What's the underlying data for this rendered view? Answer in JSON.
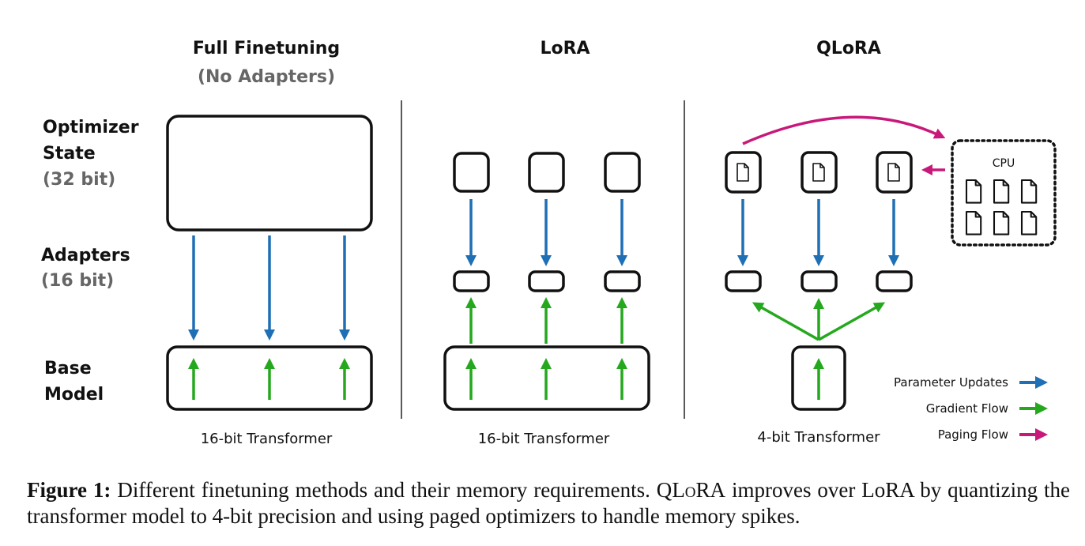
{
  "colors": {
    "parameter_updates": "#1f6fb5",
    "gradient_flow": "#25a81e",
    "paging_flow": "#c8197a"
  },
  "row_labels": {
    "optimizer_line1": "Optimizer",
    "optimizer_line2": "State",
    "optimizer_bits": "(32 bit)",
    "adapters": "Adapters",
    "adapters_bits": "(16 bit)",
    "base_line1": "Base",
    "base_line2": "Model"
  },
  "columns": {
    "full": {
      "title": "Full Finetuning",
      "subtitle": "(No Adapters)",
      "transformer": "16-bit Transformer"
    },
    "lora": {
      "title": "LoRA",
      "transformer": "16-bit Transformer"
    },
    "qlora": {
      "title": "QLoRA",
      "transformer": "4-bit Transformer",
      "cpu_label": "CPU"
    }
  },
  "legend": {
    "parameter_updates": "Parameter Updates",
    "gradient_flow": "Gradient Flow",
    "paging_flow": "Paging Flow"
  },
  "caption": {
    "label": "Figure 1:",
    "part1": " Different finetuning methods and their memory requirements. Q",
    "part2": "LoRA",
    "part3": " improves over LoRA by quantizing the transformer model to 4-bit precision and using paged optimizers to handle memory spikes."
  }
}
